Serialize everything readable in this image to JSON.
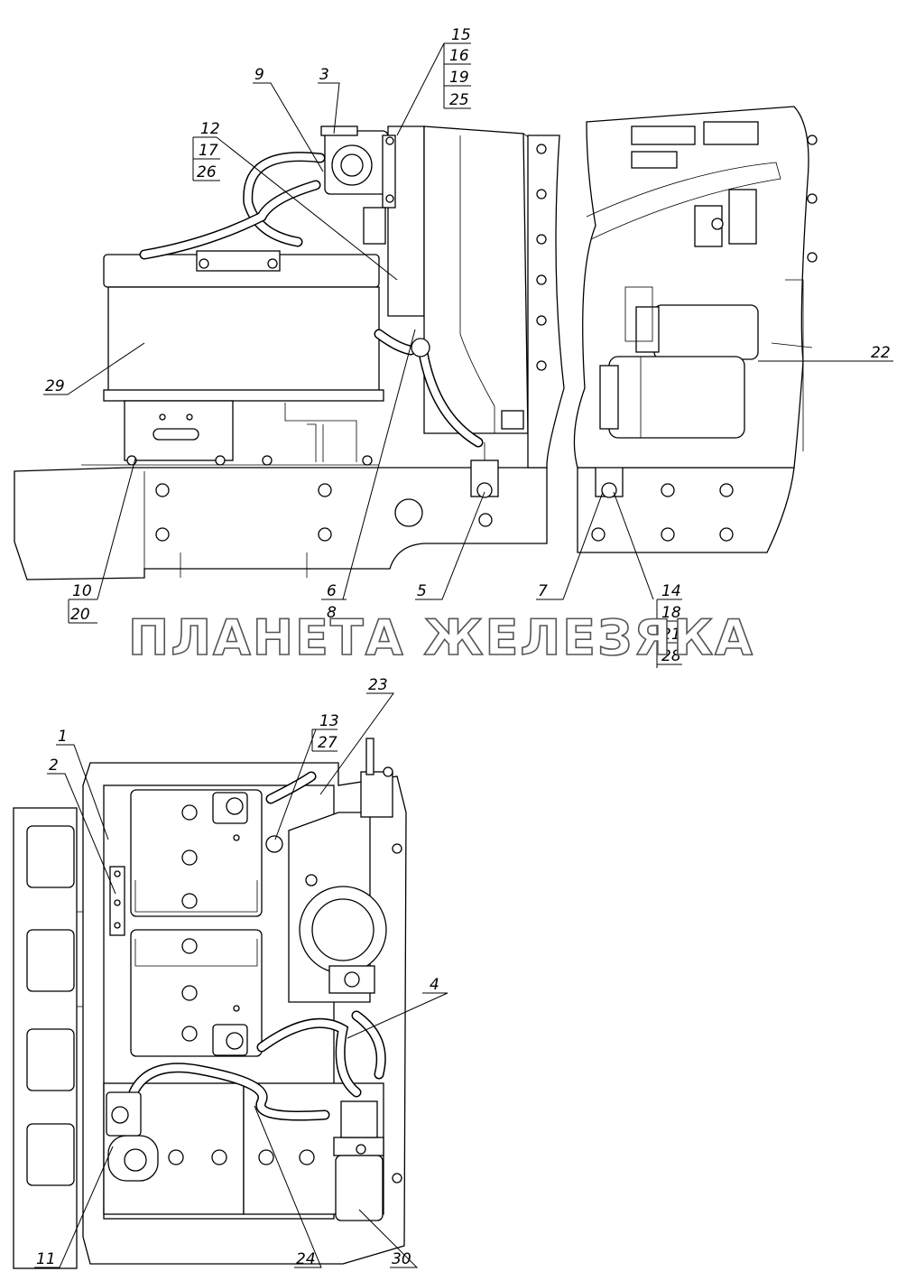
{
  "watermark": "ПЛАНЕТА ЖЕЛЕЗЯКА",
  "top_view": {
    "callouts": {
      "c3": "3",
      "c9": "9",
      "c15_group": [
        "15",
        "16",
        "19",
        "25"
      ],
      "c12_group": [
        "12",
        "17",
        "26"
      ],
      "c29": "29",
      "c22": "22",
      "c10_group": [
        "10",
        "20"
      ],
      "c6_group": [
        "6",
        "8"
      ],
      "c5": "5",
      "c7": "7",
      "c14_group": [
        "14",
        "18",
        "21",
        "28"
      ]
    }
  },
  "bottom_view": {
    "callouts": {
      "c1": "1",
      "c2": "2",
      "c13_group": [
        "13",
        "27"
      ],
      "c23": "23",
      "c4": "4",
      "c11": "11",
      "c24": "24",
      "c30": "30"
    }
  }
}
